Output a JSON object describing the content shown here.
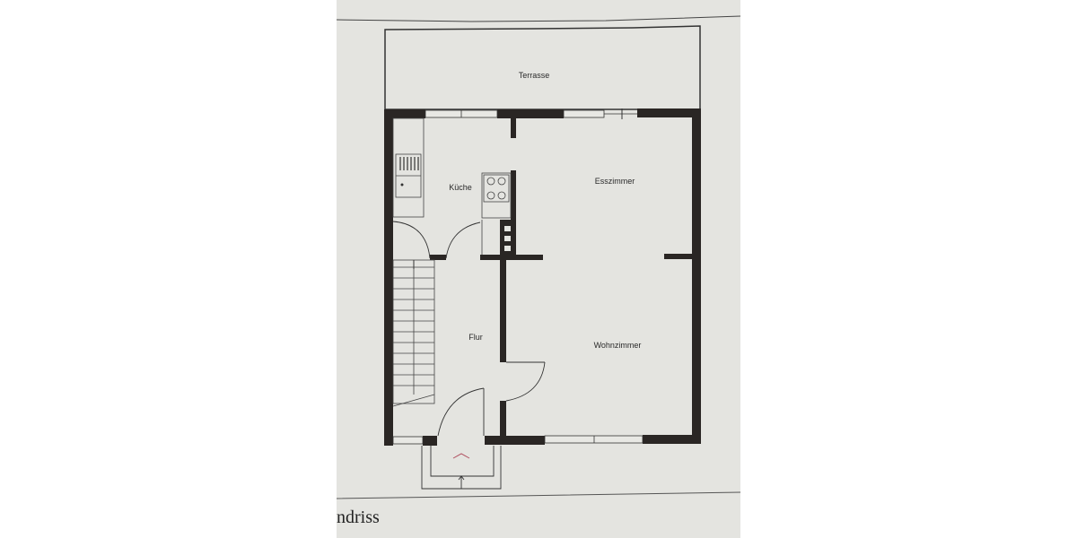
{
  "document": {
    "type": "floor plan",
    "caption_fragment": "ndriss",
    "rooms": [
      {
        "name": "Terrasse"
      },
      {
        "name": "Küche"
      },
      {
        "name": "Esszimmer"
      },
      {
        "name": "Flur"
      },
      {
        "name": "Wohnzimmer"
      }
    ],
    "colors": {
      "paper": "#e4e4e0",
      "wall": "#2a2624",
      "line": "#333333",
      "entrance_arrow": "#b05060"
    }
  }
}
